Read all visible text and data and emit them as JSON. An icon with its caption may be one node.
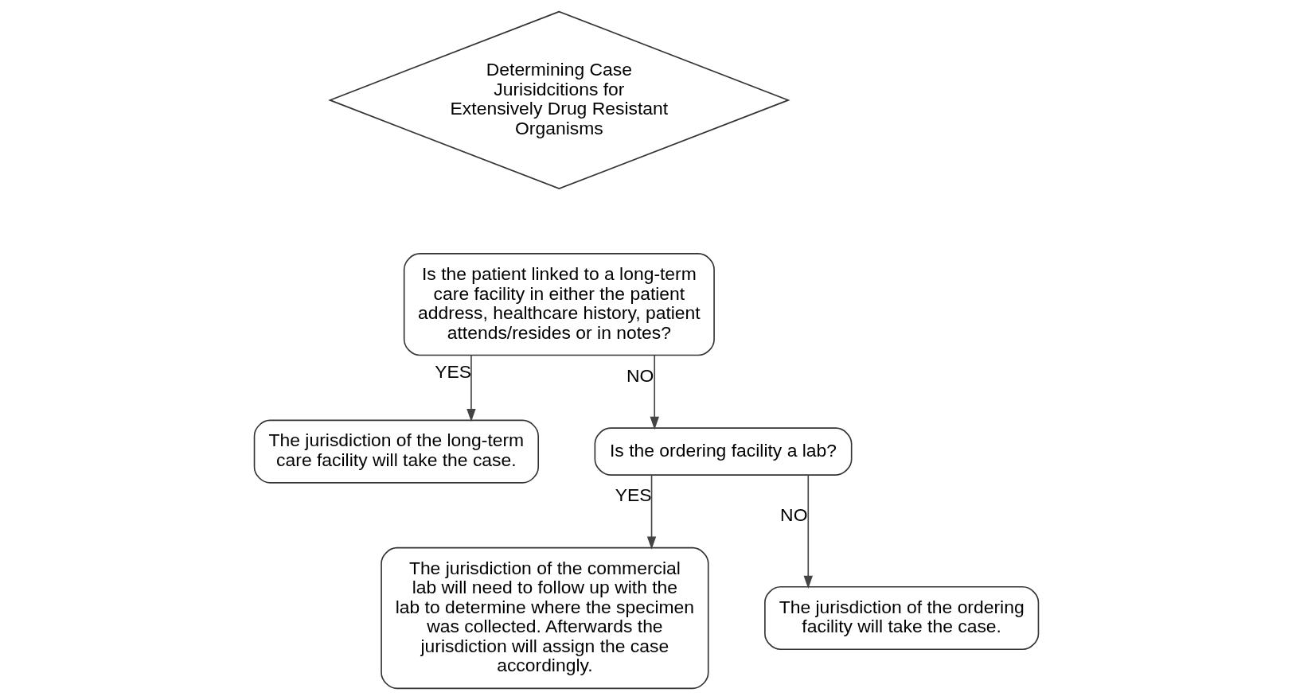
{
  "diagram": {
    "nodes": [
      {
        "text": [
          "Determining Case Jurisidcitions for Extensively Drug Resistant Organisms"
        ]
      },
      {
        "text": [
          "Is the patient linked to a long-term care facility in either the patient address, healthcare history, patient attends/resides or in notes?"
        ]
      },
      {
        "text": [
          "The jurisdiction of the long-term care facility will take the case."
        ]
      },
      {
        "text": [
          "Is the ordering facility a lab?"
        ]
      },
      {
        "text": [
          "The jurisdiction of the commercial lab will need to follow up with the lab to determine where the specimen was collected. Afterwards the jurisdiction will assign the case accordingly."
        ]
      },
      {
        "text": [
          "The jurisdiction of the ordering facility will take the case."
        ]
      }
    ],
    "edges": [
      {
        "from": 1,
        "to": 2,
        "arrow": "to",
        "label": "YES"
      },
      {
        "from": 1,
        "to": 3,
        "arrow": "to",
        "label": "NO"
      },
      {
        "from": 3,
        "to": 4,
        "arrow": "to",
        "label": "YES"
      },
      {
        "from": 3,
        "to": 5,
        "arrow": "to",
        "label": "NO"
      }
    ]
  }
}
